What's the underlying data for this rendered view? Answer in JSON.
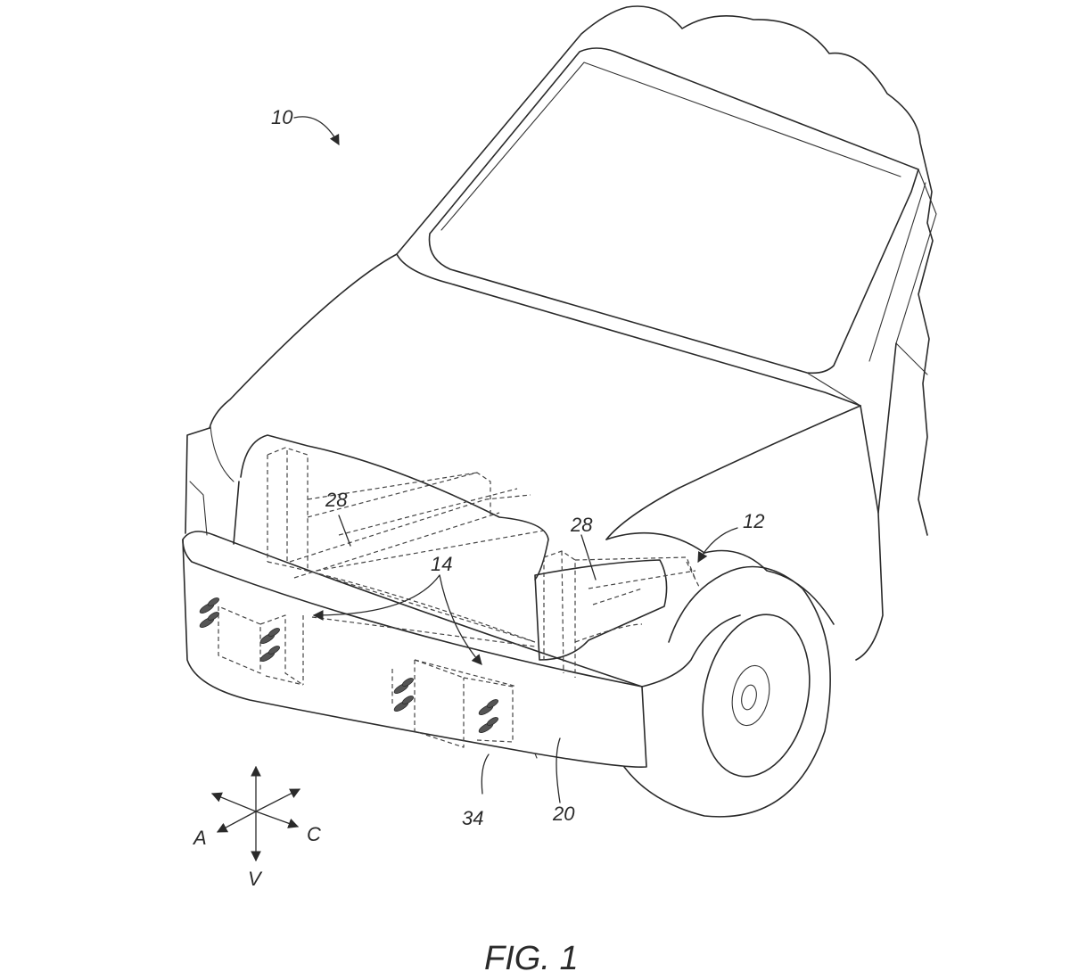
{
  "figure": {
    "caption": "FIG. 1",
    "reference_numerals": {
      "vehicle": "10",
      "assembly": "12",
      "airflow": "14",
      "bumper": "20",
      "beam_left": "28",
      "beam_right": "28",
      "fascia": "34"
    },
    "direction_labels": {
      "a": "A",
      "c": "C",
      "v": "V"
    }
  }
}
